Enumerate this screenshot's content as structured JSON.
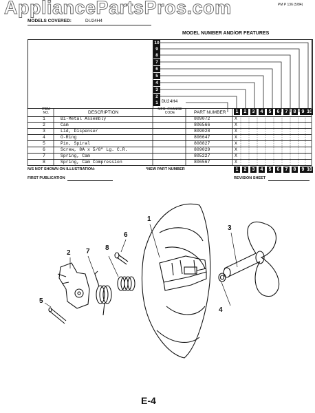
{
  "watermark": "AppliancePartsPros.com",
  "corner_code": "PM P 136 (5/84)",
  "header": {
    "models_covered_label": "MODELS COVERED:",
    "models_covered_value": "DU24H4",
    "model_features_title": "MODEL NUMBER AND/OR FEATURES"
  },
  "levels": [
    "10",
    "9",
    "8",
    "7",
    "6",
    "5",
    "4",
    "3",
    "2",
    "1"
  ],
  "model_entry": "DU24H4",
  "columns": {
    "item_no": "ITEM NO.",
    "description": "DESCRIPTION",
    "mfg_change": "MFG. CHANGE CODE",
    "part_number": "PART NUMBER"
  },
  "feature_boxes": [
    "1",
    "2",
    "3",
    "4",
    "5",
    "6",
    "7",
    "8",
    "9",
    "10"
  ],
  "parts": [
    {
      "item": "1",
      "description": "Bi-Metal Assembly",
      "part": "809072",
      "mark": "X"
    },
    {
      "item": "2",
      "description": "Cam",
      "part": "806566",
      "mark": "X"
    },
    {
      "item": "3",
      "description": "Lid, Dispenser",
      "part": "809028",
      "mark": "X"
    },
    {
      "item": "4",
      "description": "O-Ring",
      "part": "806647",
      "mark": "X"
    },
    {
      "item": "5",
      "description": "Pin, Spiral",
      "part": "808827",
      "mark": "X"
    },
    {
      "item": "6",
      "description": "Screw, 8A x 5/8\" Lg. C.R.",
      "part": "809029",
      "mark": "X"
    },
    {
      "item": "7",
      "description": "Spring, Cam",
      "part": "805227",
      "mark": "X"
    },
    {
      "item": "8",
      "description": "Spring, Cam Compression",
      "part": "806567",
      "mark": "X"
    }
  ],
  "footer": {
    "not_shown": "N/S NOT SHOWN ON ILLUSTRATION:",
    "new_part": "*NEW PART NUMBER",
    "first_publication": "FIRST PUBLICATION",
    "revision_sheet": "REVISION SHEET"
  },
  "callouts": [
    "1",
    "2",
    "3",
    "4",
    "5",
    "6",
    "7",
    "8"
  ],
  "page_label": "E-4"
}
